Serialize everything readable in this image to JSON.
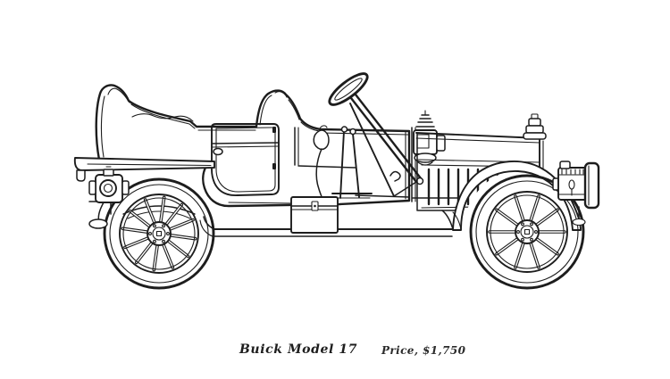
{
  "page": {
    "background_color": "#ffffff",
    "ink_color": "#1d1d1d"
  },
  "figure": {
    "alt": "Side-view line drawing of a Buick Model 17 open touring car with spoked wheels, hood louvers, cowl lamp, headlamp and tail lamp"
  },
  "caption": {
    "model": "Buick Model 17",
    "price": "Price, $1,750"
  }
}
